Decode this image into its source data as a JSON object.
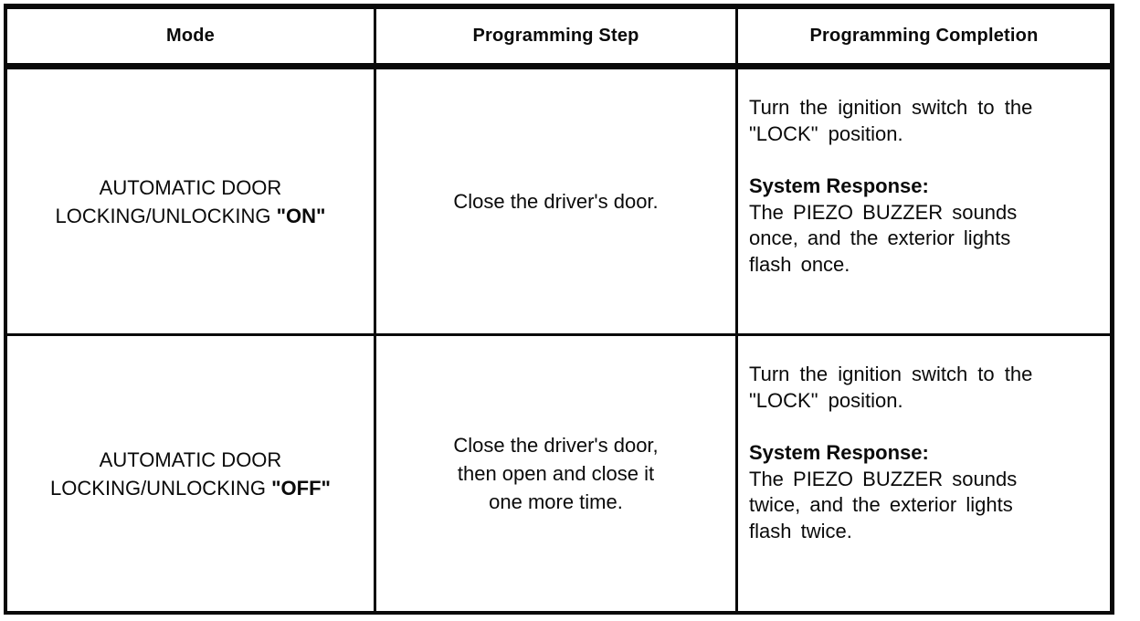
{
  "table": {
    "headers": {
      "mode": "Mode",
      "step": "Programming Step",
      "completion": "Programming Completion"
    },
    "rows": [
      {
        "mode_main": "AUTOMATIC DOOR\nLOCKING/UNLOCKING ",
        "mode_state": "\"ON\"",
        "step": "Close the driver's door.",
        "completion_instruction": "Turn the ignition switch to the\n\"LOCK\" position.",
        "response_label": "System Response:",
        "response_text": "The PIEZO BUZZER sounds\nonce, and the exterior lights\nflash once."
      },
      {
        "mode_main": "AUTOMATIC DOOR\nLOCKING/UNLOCKING ",
        "mode_state": "\"OFF\"",
        "step": "Close the driver's door,\nthen open and close it\none more time.",
        "completion_instruction": "Turn the ignition switch to the\n\"LOCK\" position.",
        "response_label": "System Response:",
        "response_text": "The PIEZO BUZZER sounds\ntwice, and the exterior lights\nflash twice."
      }
    ]
  }
}
